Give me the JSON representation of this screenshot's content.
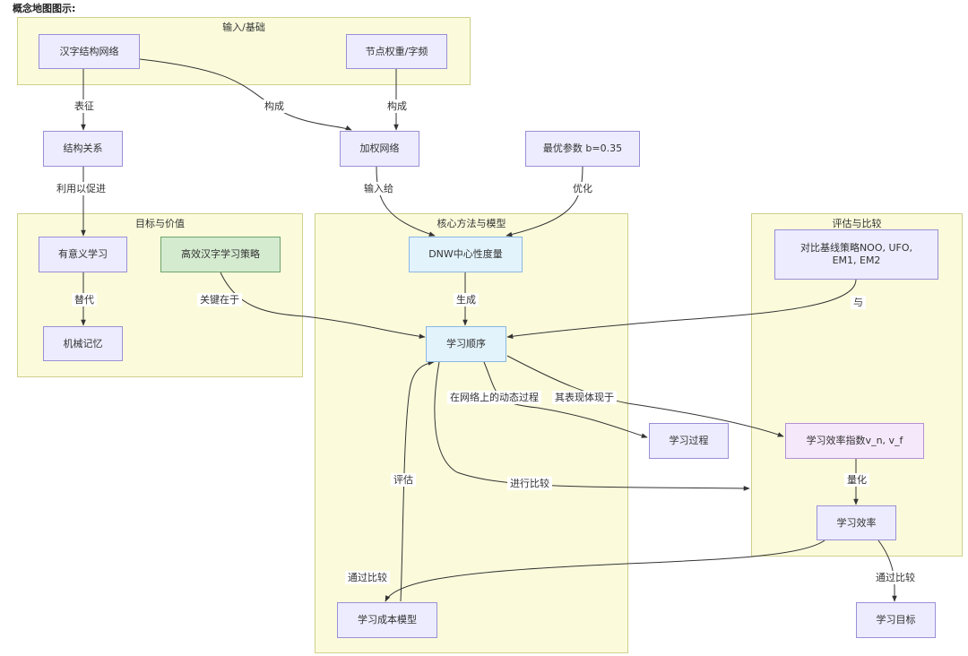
{
  "heading": "概念地图图示:",
  "groups": {
    "input": "输入/基础",
    "goal": "目标与价值",
    "core": "核心方法与模型",
    "eval": "评估与比较"
  },
  "nodes": {
    "structure_network": "汉字结构网络",
    "node_weight": "节点权重/字频",
    "structure_relation": "结构关系",
    "weighted_network": "加权网络",
    "optimal_param": "最优参数 b=0.35",
    "meaningful_learning": "有意义学习",
    "efficient_strategy": "高效汉字学习策略",
    "rote_memory": "机械记忆",
    "dnw": "DNW中心性度量",
    "baseline": "对比基线策略NOO, UFO, EM1, EM2",
    "learning_order": "学习顺序",
    "learning_process": "学习过程",
    "efficiency_index": "学习效率指数v_n, v_f",
    "learning_efficiency": "学习效率",
    "learning_cost_model": "学习成本模型",
    "learning_goal": "学习目标"
  },
  "edge_labels": {
    "represent": "表征",
    "compose1": "构成",
    "compose2": "构成",
    "promote": "利用以促进",
    "input_to": "输入给",
    "optimize": "优化",
    "replace": "替代",
    "key": "关键在于",
    "generate": "生成",
    "with": "与",
    "dynamic": "在网络上的动态过程",
    "embodied": "其表现体现于",
    "evaluate": "评估",
    "compare_do": "进行比较",
    "quantify": "量化",
    "via_compare1": "通过比较",
    "via_compare2": "通过比较"
  }
}
